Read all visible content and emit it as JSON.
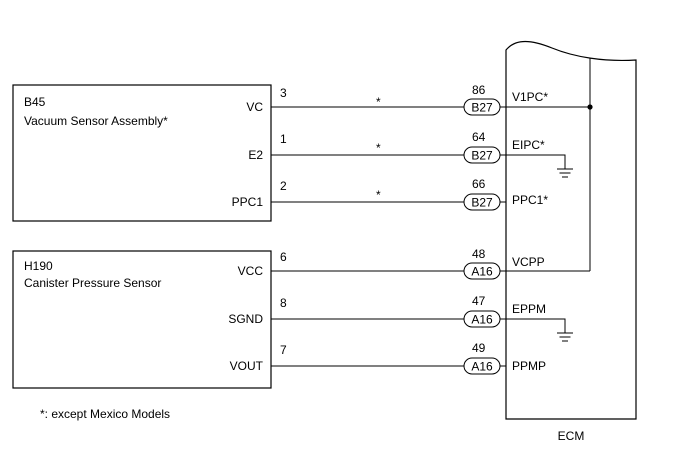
{
  "components": [
    {
      "id": "B45",
      "name": "Vacuum Sensor Assembly*"
    },
    {
      "id": "H190",
      "name": "Canister Pressure Sensor"
    }
  ],
  "ecm_label": "ECM",
  "note": "*: except Mexico Models",
  "connections": [
    {
      "pin": "3",
      "terminal": "VC",
      "marker": "*",
      "ecm_pin": "86",
      "connector": "B27",
      "ecm_terminal": "V1PC*"
    },
    {
      "pin": "1",
      "terminal": "E2",
      "marker": "*",
      "ecm_pin": "64",
      "connector": "B27",
      "ecm_terminal": "EIPC*"
    },
    {
      "pin": "2",
      "terminal": "PPC1",
      "marker": "*",
      "ecm_pin": "66",
      "connector": "B27",
      "ecm_terminal": "PPC1*"
    },
    {
      "pin": "6",
      "terminal": "VCC",
      "marker": "",
      "ecm_pin": "48",
      "connector": "A16",
      "ecm_terminal": "VCPP"
    },
    {
      "pin": "8",
      "terminal": "SGND",
      "marker": "",
      "ecm_pin": "47",
      "connector": "A16",
      "ecm_terminal": "EPPM"
    },
    {
      "pin": "7",
      "terminal": "VOUT",
      "marker": "",
      "ecm_pin": "49",
      "connector": "A16",
      "ecm_terminal": "PPMP"
    }
  ]
}
